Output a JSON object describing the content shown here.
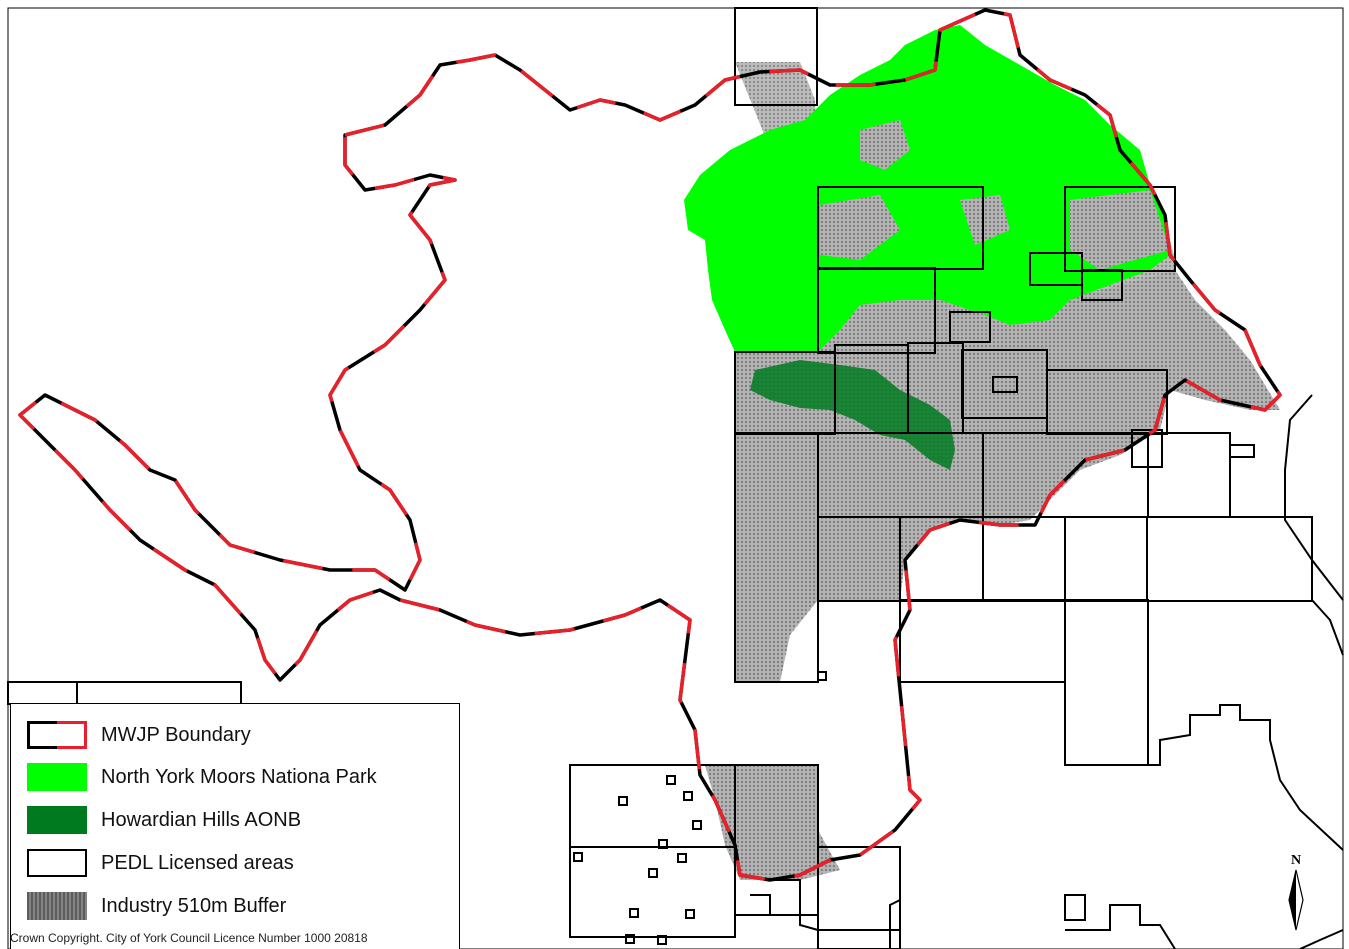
{
  "legend": {
    "items": [
      {
        "key": "boundary",
        "label": "MWJP Boundary"
      },
      {
        "key": "park",
        "label": "North York Moors Nationa Park"
      },
      {
        "key": "aonb",
        "label": "Howardian Hills AONB"
      },
      {
        "key": "pedl",
        "label": "PEDL Licensed areas"
      },
      {
        "key": "buffer",
        "label": "Industry 510m Buffer"
      }
    ]
  },
  "copyright": "Crown Copyright. City of York Council Licence Number 1000 20818",
  "north_arrow": {
    "label": "N"
  },
  "colors": {
    "boundary_red": "#e8202a",
    "boundary_black": "#000000",
    "park_green": "#00ff00",
    "aonb_green": "#007a1e",
    "buffer_grey": "#9c9c9c",
    "licence_line": "#000000"
  },
  "icons": {
    "north": "north-arrow-icon"
  }
}
